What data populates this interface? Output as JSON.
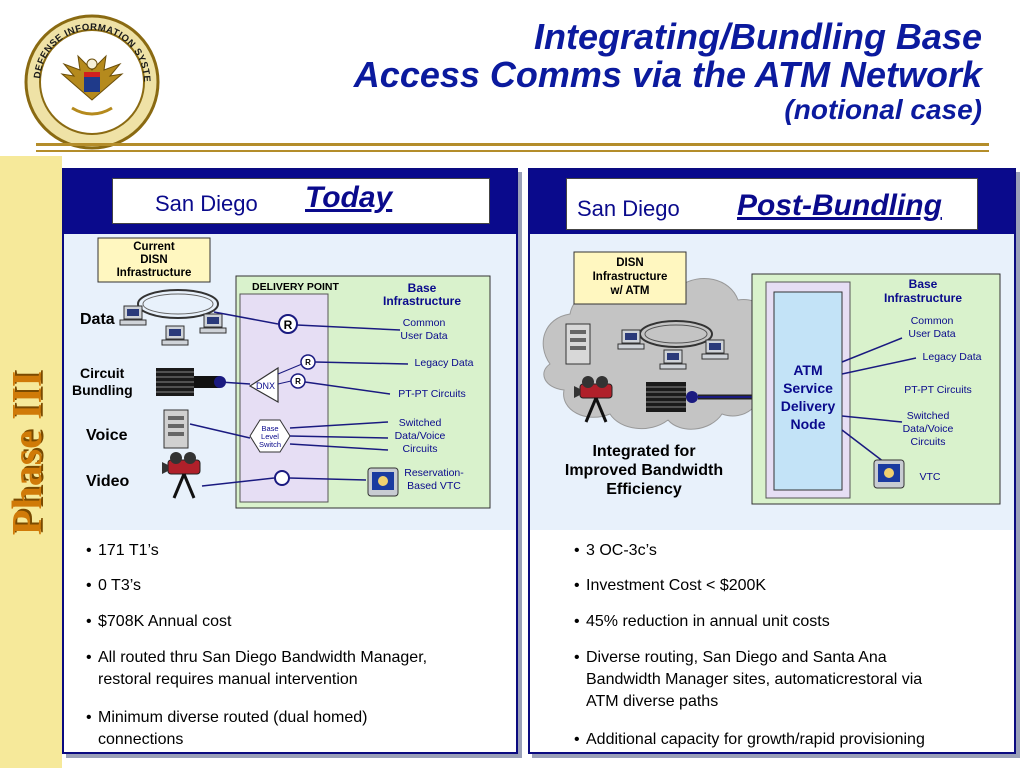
{
  "header": {
    "title_line1": "Integrating/Bundling Base",
    "title_line2": "Access Comms via the ATM Network",
    "title_line3": "(notional case)",
    "seal_text": "DEFENSE INFORMATION SYSTEMS AGENCY"
  },
  "side_label": "Phase III",
  "left_panel": {
    "city": "San Diego",
    "state": "Today",
    "current_box": [
      "Current",
      "DISN",
      "Infrastructure"
    ],
    "inputs": {
      "data": "Data",
      "circuit": [
        "Circuit",
        "Bundling"
      ],
      "voice": "Voice",
      "video": "Video"
    },
    "delivery_point": "DELIVERY POINT",
    "base_infra": [
      "Base",
      "Infrastructure"
    ],
    "router": "R",
    "dnx": "DNX",
    "switch": [
      "Base",
      "Level",
      "Switch"
    ],
    "services": {
      "common": [
        "Common",
        "User Data"
      ],
      "legacy": "Legacy Data",
      "ptpt": "PT-PT Circuits",
      "switched": [
        "Switched",
        "Data/Voice",
        "Circuits"
      ],
      "vtc": [
        "Reservation-",
        "Based VTC"
      ]
    },
    "bullets": [
      [
        "171 T1’s"
      ],
      [
        "0 T3’s"
      ],
      [
        "$708K Annual cost"
      ],
      [
        "All routed thru San Diego Bandwidth Manager,",
        "restoral requires manual intervention"
      ],
      [
        "Minimum diverse routed (dual homed)",
        "connections"
      ]
    ]
  },
  "right_panel": {
    "city": "San Diego",
    "state": "Post-Bundling",
    "disn_box": [
      "DISN",
      "Infrastructure",
      "w/ ATM"
    ],
    "integrated": [
      "Integrated for",
      "Improved Bandwidth",
      "Efficiency"
    ],
    "base_infra": [
      "Base",
      "Infrastructure"
    ],
    "atm_node": [
      "ATM",
      "Service",
      "Delivery",
      "Node"
    ],
    "services": {
      "common": [
        "Common",
        "User Data"
      ],
      "legacy": "Legacy Data",
      "ptpt": "PT-PT Circuits",
      "switched": [
        "Switched",
        "Data/Voice",
        "Circuits"
      ],
      "vtc": "VTC"
    },
    "bullets": [
      [
        "3 OC-3c’s"
      ],
      [
        "Investment Cost < $200K"
      ],
      [
        "45% reduction in annual unit costs"
      ],
      [
        "Diverse routing, San Diego and Santa Ana",
        "Bandwidth Manager sites, automaticrestoral via",
        "ATM diverse paths"
      ],
      [
        "Additional capacity for growth/rapid provisioning"
      ]
    ]
  },
  "colors": {
    "title_blue": "#0b1a9e",
    "navy": "#0a0a8c",
    "band_yellow": "#f6e99a",
    "phase_orange": "#d07a08",
    "gold_rule": "#b48d2a",
    "panel_green": "#d9f2cc",
    "dp_purple": "#e6def4"
  }
}
